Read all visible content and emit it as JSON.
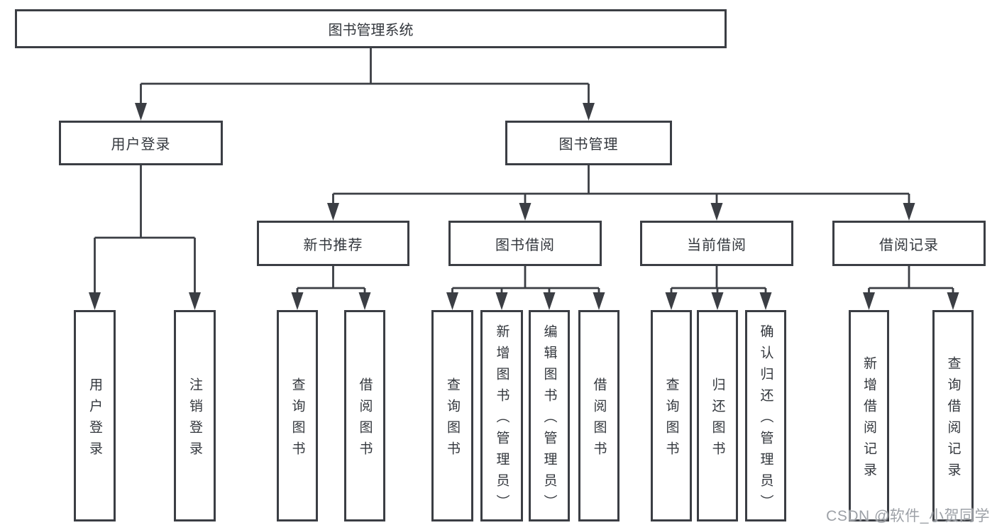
{
  "diagram": {
    "root": {
      "label": "图书管理系统"
    },
    "level1": [
      {
        "label": "用户登录"
      },
      {
        "label": "图书管理"
      }
    ],
    "level2": [
      {
        "label": "新书推荐"
      },
      {
        "label": "图书借阅"
      },
      {
        "label": "当前借阅"
      },
      {
        "label": "借阅记录"
      }
    ],
    "leaves": [
      {
        "label": "用户登录"
      },
      {
        "label": "注销登录"
      },
      {
        "label": "查询图书"
      },
      {
        "label": "借阅图书"
      },
      {
        "label": "查询图书"
      },
      {
        "label": "新增图书（管理员）"
      },
      {
        "label": "编辑图书（管理员）"
      },
      {
        "label": "借阅图书"
      },
      {
        "label": "查询图书"
      },
      {
        "label": "归还图书"
      },
      {
        "label": "确认归还（管理员）"
      },
      {
        "label": "新增借阅记录"
      },
      {
        "label": "查询借阅记录"
      }
    ]
  },
  "watermark": "CSDN @软件_小贺同学",
  "colors": {
    "line": "#3b3e44",
    "text": "#33373d",
    "watermark": "#9da1a7",
    "background": "#ffffff"
  }
}
